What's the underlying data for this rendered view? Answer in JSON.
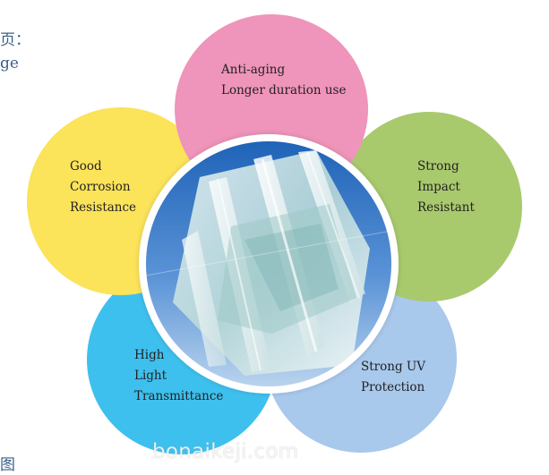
{
  "edge_text": {
    "line1": "页：",
    "line2": "ge",
    "line3": "图"
  },
  "colors": {
    "pink": "#ef94ba",
    "green": "#a9c96d",
    "yellow": "#fbe35a",
    "blue_light": "#3ec0ee",
    "blue_uv": "#a8c8ec"
  },
  "features": {
    "anti_aging": {
      "line1": "Anti-aging",
      "line2": "Longer duration use"
    },
    "impact": {
      "line1": "Strong",
      "line2": "Impact",
      "line3": "Resistant"
    },
    "corrosion": {
      "line1": "Good",
      "line2": "Corrosion",
      "line3": "Resistance"
    },
    "light": {
      "line1": "High",
      "line2": "Light",
      "line3": "Transmittance"
    },
    "uv": {
      "line1": "Strong UV",
      "line2": "Protection"
    }
  },
  "watermark": "bonaikeji.com"
}
